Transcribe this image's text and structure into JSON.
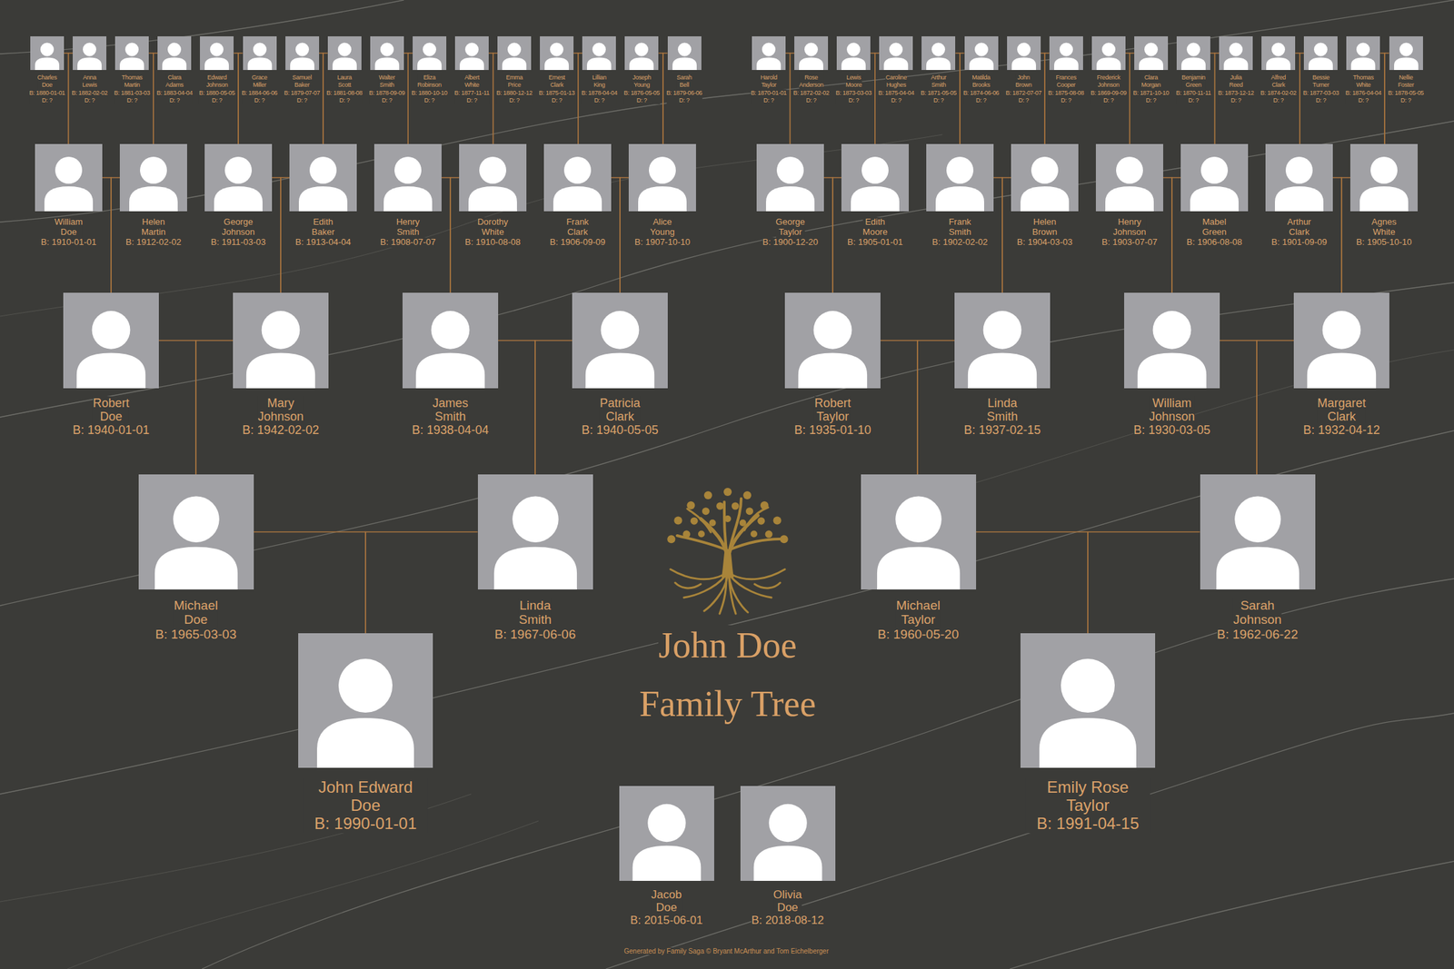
{
  "diagram": {
    "title": "John Doe Family Tree",
    "nodes": [
      {
        "text": [
          "Charles Doe",
          "B: 1880-01-01",
          "D: ?"
        ]
      },
      {
        "text": [
          "Anna Lewis",
          "B: 1882-02-02",
          "D: ?"
        ]
      },
      {
        "text": [
          "Thomas Martin",
          "B: 1881-03-03",
          "D: ?"
        ]
      },
      {
        "text": [
          "Clara Adams",
          "B: 1883-04-04",
          "D: ?"
        ]
      },
      {
        "text": [
          "Edward Johnson",
          "B: 1880-05-05",
          "D: ?"
        ]
      },
      {
        "text": [
          "Grace Miller",
          "B: 1884-06-06",
          "D: ?"
        ]
      },
      {
        "text": [
          "Samuel Baker",
          "B: 1879-07-07",
          "D: ?"
        ]
      },
      {
        "text": [
          "Laura Scott",
          "B: 1881-08-08",
          "D: ?"
        ]
      },
      {
        "text": [
          "Walter Smith",
          "B: 1878-09-09",
          "D: ?"
        ]
      },
      {
        "text": [
          "Eliza Robinson",
          "B: 1880-10-10",
          "D: ?"
        ]
      },
      {
        "text": [
          "Albert White",
          "B: 1877-11-11",
          "D: ?"
        ]
      },
      {
        "text": [
          "Emma Price",
          "B: 1880-12-12",
          "D: ?"
        ]
      },
      {
        "text": [
          "Ernest Clark",
          "B: 1875-01-13",
          "D: ?"
        ]
      },
      {
        "text": [
          "Lillian King",
          "B: 1878-04-04",
          "D: ?"
        ]
      },
      {
        "text": [
          "Joseph Young",
          "B: 1876-05-05",
          "D: ?"
        ]
      },
      {
        "text": [
          "Sarah Bell",
          "B: 1879-06-06",
          "D: ?"
        ]
      },
      {
        "text": [
          "Harold Taylor",
          "B: 1870-01-01",
          "D: ?"
        ]
      },
      {
        "text": [
          "Rose Anderson",
          "B: 1872-02-02",
          "D: ?"
        ]
      },
      {
        "text": [
          "Lewis Moore",
          "B: 1873-03-03",
          "D: ?"
        ]
      },
      {
        "text": [
          "Caroline Hughes",
          "B: 1875-04-04",
          "D: ?"
        ]
      },
      {
        "text": [
          "Arthur Smith",
          "B: 1871-05-05",
          "D: ?"
        ]
      },
      {
        "text": [
          "Matilda Brooks",
          "B: 1874-06-06",
          "D: ?"
        ]
      },
      {
        "text": [
          "John Brown",
          "B: 1872-07-07",
          "D: ?"
        ]
      },
      {
        "text": [
          "Frances Cooper",
          "B: 1875-08-08",
          "D: ?"
        ]
      },
      {
        "text": [
          "Frederick Johnson",
          "B: 1869-09-09",
          "D: ?"
        ]
      },
      {
        "text": [
          "Clara Morgan",
          "B: 1871-10-10",
          "D: ?"
        ]
      },
      {
        "text": [
          "Benjamin Green",
          "B: 1870-11-11",
          "D: ?"
        ]
      },
      {
        "text": [
          "Julia Reed",
          "B: 1873-12-12",
          "D: ?"
        ]
      },
      {
        "text": [
          "Alfred Clark",
          "B: 1874-02-02",
          "D: ?"
        ]
      },
      {
        "text": [
          "Bessie Turner",
          "B: 1877-03-03",
          "D: ?"
        ]
      },
      {
        "text": [
          "Thomas White",
          "B: 1876-04-04",
          "D: ?"
        ]
      },
      {
        "text": [
          "Nellie Foster",
          "B: 1878-05-05",
          "D: ?"
        ]
      },
      {
        "text": [
          "William Doe",
          "B: 1910-01-01"
        ]
      },
      {
        "text": [
          "Helen Martin",
          "B: 1912-02-02"
        ]
      },
      {
        "text": [
          "George Johnson",
          "B: 1911-03-03"
        ]
      },
      {
        "text": [
          "Edith Baker",
          "B: 1913-04-04"
        ]
      },
      {
        "text": [
          "Henry Smith",
          "B: 1908-07-07"
        ]
      },
      {
        "text": [
          "Dorothy White",
          "B: 1910-08-08"
        ]
      },
      {
        "text": [
          "Frank Clark",
          "B: 1906-09-09"
        ]
      },
      {
        "text": [
          "Alice Young",
          "B: 1907-10-10"
        ]
      },
      {
        "text": [
          "George Taylor",
          "B: 1900-12-20"
        ]
      },
      {
        "text": [
          "Edith Moore",
          "B: 1905-01-01"
        ]
      },
      {
        "text": [
          "Frank Smith",
          "B: 1902-02-02"
        ]
      },
      {
        "text": [
          "Helen Brown",
          "B: 1904-03-03"
        ]
      },
      {
        "text": [
          "Henry Johnson",
          "B: 1903-07-07"
        ]
      },
      {
        "text": [
          "Mabel Green",
          "B: 1906-08-08"
        ]
      },
      {
        "text": [
          "Arthur Clark",
          "B: 1901-09-09"
        ]
      },
      {
        "text": [
          "Agnes White",
          "B: 1905-10-10"
        ]
      },
      {
        "text": [
          "Robert Doe",
          "B: 1940-01-01"
        ]
      },
      {
        "text": [
          "Mary Johnson",
          "B: 1942-02-02"
        ]
      },
      {
        "text": [
          "James Smith",
          "B: 1938-04-04"
        ]
      },
      {
        "text": [
          "Patricia Clark",
          "B: 1940-05-05"
        ]
      },
      {
        "text": [
          "Robert Taylor",
          "B: 1935-01-10"
        ]
      },
      {
        "text": [
          "Linda Smith",
          "B: 1937-02-15"
        ]
      },
      {
        "text": [
          "William Johnson",
          "B: 1930-03-05"
        ]
      },
      {
        "text": [
          "Margaret Clark",
          "B: 1932-04-12"
        ]
      },
      {
        "text": [
          "Michael Doe",
          "B: 1965-03-03"
        ]
      },
      {
        "text": [
          "Linda Smith",
          "B: 1967-06-06"
        ]
      },
      {
        "text": [
          "Michael Taylor",
          "B: 1960-05-20"
        ]
      },
      {
        "text": [
          "Sarah Johnson",
          "B: 1962-06-22"
        ]
      },
      {
        "text": [
          "John Edward Doe",
          "B: 1990-01-01"
        ]
      },
      {
        "text": [
          "Emily Rose Taylor",
          "B: 1991-04-15"
        ]
      },
      {
        "text": [
          "Jacob Doe",
          "B: 2015-06-01"
        ]
      },
      {
        "text": [
          "Olivia Doe",
          "B: 2018-08-12"
        ]
      }
    ],
    "edges": [
      {
        "from": 0,
        "to": 32,
        "arrow": "none"
      },
      {
        "from": 1,
        "to": 32,
        "arrow": "none"
      },
      {
        "from": 2,
        "to": 33,
        "arrow": "none"
      },
      {
        "from": 3,
        "to": 33,
        "arrow": "none"
      },
      {
        "from": 4,
        "to": 34,
        "arrow": "none"
      },
      {
        "from": 5,
        "to": 34,
        "arrow": "none"
      },
      {
        "from": 6,
        "to": 35,
        "arrow": "none"
      },
      {
        "from": 7,
        "to": 35,
        "arrow": "none"
      },
      {
        "from": 8,
        "to": 36,
        "arrow": "none"
      },
      {
        "from": 9,
        "to": 36,
        "arrow": "none"
      },
      {
        "from": 10,
        "to": 37,
        "arrow": "none"
      },
      {
        "from": 11,
        "to": 37,
        "arrow": "none"
      },
      {
        "from": 12,
        "to": 38,
        "arrow": "none"
      },
      {
        "from": 13,
        "to": 38,
        "arrow": "none"
      },
      {
        "from": 14,
        "to": 39,
        "arrow": "none"
      },
      {
        "from": 15,
        "to": 39,
        "arrow": "none"
      },
      {
        "from": 16,
        "to": 40,
        "arrow": "none"
      },
      {
        "from": 17,
        "to": 40,
        "arrow": "none"
      },
      {
        "from": 18,
        "to": 41,
        "arrow": "none"
      },
      {
        "from": 19,
        "to": 41,
        "arrow": "none"
      },
      {
        "from": 20,
        "to": 42,
        "arrow": "none"
      },
      {
        "from": 21,
        "to": 42,
        "arrow": "none"
      },
      {
        "from": 22,
        "to": 43,
        "arrow": "none"
      },
      {
        "from": 23,
        "to": 43,
        "arrow": "none"
      },
      {
        "from": 24,
        "to": 44,
        "arrow": "none"
      },
      {
        "from": 25,
        "to": 44,
        "arrow": "none"
      },
      {
        "from": 26,
        "to": 45,
        "arrow": "none"
      },
      {
        "from": 27,
        "to": 45,
        "arrow": "none"
      },
      {
        "from": 28,
        "to": 46,
        "arrow": "none"
      },
      {
        "from": 29,
        "to": 46,
        "arrow": "none"
      },
      {
        "from": 30,
        "to": 47,
        "arrow": "none"
      },
      {
        "from": 31,
        "to": 47,
        "arrow": "none"
      },
      {
        "from": 32,
        "to": 48,
        "arrow": "none"
      },
      {
        "from": 33,
        "to": 48,
        "arrow": "none"
      },
      {
        "from": 34,
        "to": 49,
        "arrow": "none"
      },
      {
        "from": 35,
        "to": 49,
        "arrow": "none"
      },
      {
        "from": 36,
        "to": 50,
        "arrow": "none"
      },
      {
        "from": 37,
        "to": 50,
        "arrow": "none"
      },
      {
        "from": 38,
        "to": 51,
        "arrow": "none"
      },
      {
        "from": 39,
        "to": 51,
        "arrow": "none"
      },
      {
        "from": 40,
        "to": 52,
        "arrow": "none"
      },
      {
        "from": 41,
        "to": 52,
        "arrow": "none"
      },
      {
        "from": 42,
        "to": 53,
        "arrow": "none"
      },
      {
        "from": 43,
        "to": 53,
        "arrow": "none"
      },
      {
        "from": 44,
        "to": 54,
        "arrow": "none"
      },
      {
        "from": 45,
        "to": 54,
        "arrow": "none"
      },
      {
        "from": 46,
        "to": 55,
        "arrow": "none"
      },
      {
        "from": 47,
        "to": 55,
        "arrow": "none"
      },
      {
        "from": 48,
        "to": 56,
        "arrow": "none"
      },
      {
        "from": 49,
        "to": 56,
        "arrow": "none"
      },
      {
        "from": 50,
        "to": 57,
        "arrow": "none"
      },
      {
        "from": 51,
        "to": 57,
        "arrow": "none"
      },
      {
        "from": 52,
        "to": 58,
        "arrow": "none"
      },
      {
        "from": 53,
        "to": 58,
        "arrow": "none"
      },
      {
        "from": 54,
        "to": 59,
        "arrow": "none"
      },
      {
        "from": 55,
        "to": 59,
        "arrow": "none"
      },
      {
        "from": 56,
        "to": 60,
        "arrow": "none"
      },
      {
        "from": 57,
        "to": 60,
        "arrow": "none"
      },
      {
        "from": 58,
        "to": 61,
        "arrow": "none"
      },
      {
        "from": 59,
        "to": 61,
        "arrow": "none"
      }
    ],
    "labels": [
      "Generated by Family Saga © Bryant McArthur and Tom Eichelberger"
    ]
  }
}
